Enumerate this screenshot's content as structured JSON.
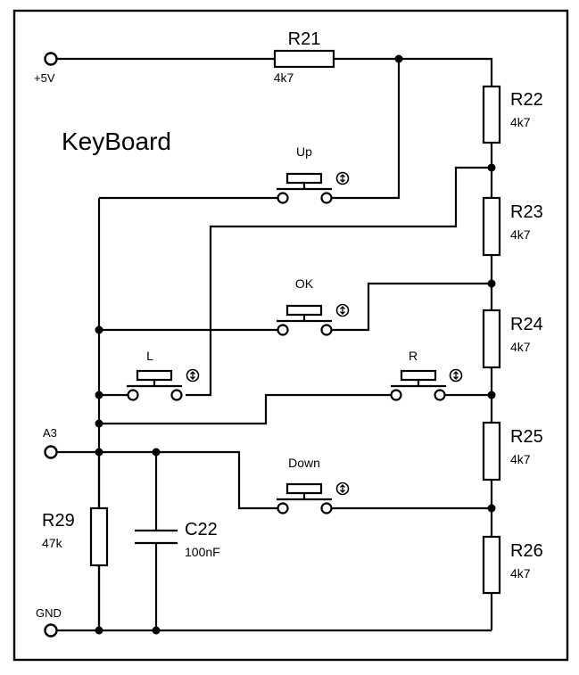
{
  "title": "KeyBoard",
  "nets": {
    "vcc": "+5V",
    "analog": "A3",
    "gnd": "GND"
  },
  "resistors": [
    {
      "ref": "R21",
      "value": "4k7"
    },
    {
      "ref": "R22",
      "value": "4k7"
    },
    {
      "ref": "R23",
      "value": "4k7"
    },
    {
      "ref": "R24",
      "value": "4k7"
    },
    {
      "ref": "R25",
      "value": "4k7"
    },
    {
      "ref": "R26",
      "value": "4k7"
    },
    {
      "ref": "R29",
      "value": "47k"
    }
  ],
  "capacitor": {
    "ref": "C22",
    "value": "100nF"
  },
  "buttons": [
    "Up",
    "OK",
    "L",
    "R",
    "Down"
  ]
}
